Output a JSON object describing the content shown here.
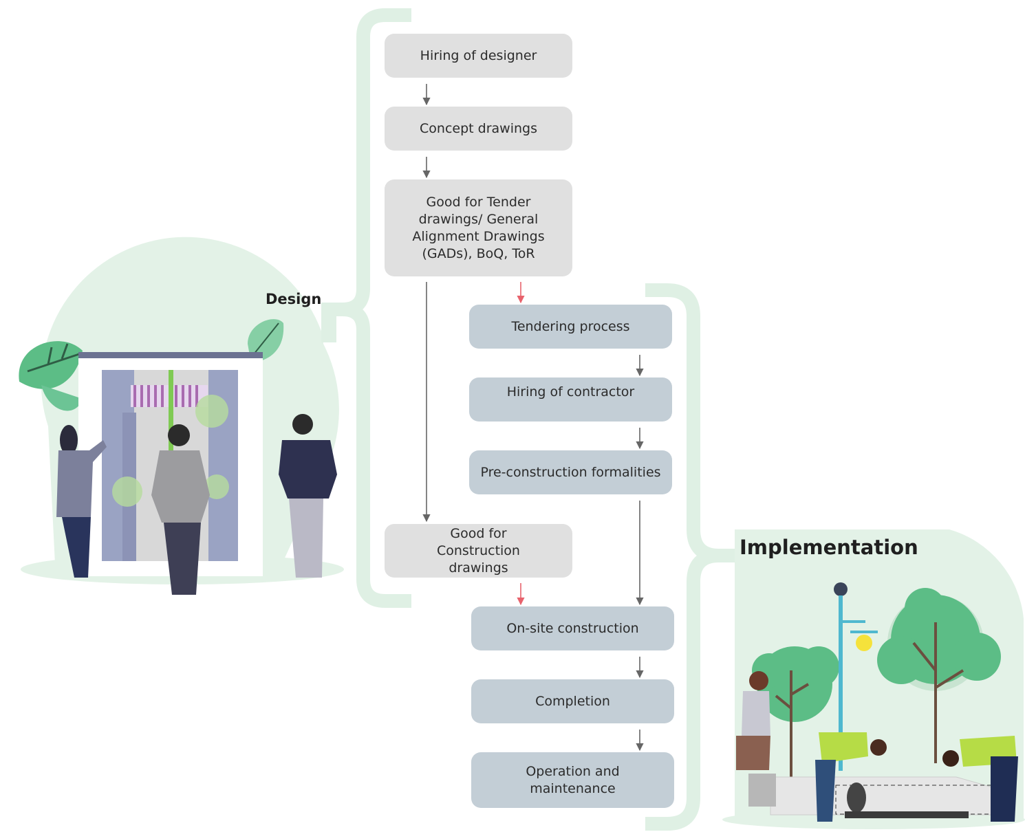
{
  "sections": {
    "design": {
      "label": "Design"
    },
    "implementation": {
      "label": "Implementation"
    }
  },
  "steps": {
    "hiring_designer": "Hiring of designer",
    "concept_drawings": "Concept drawings",
    "gft_drawings": "Good for Tender drawings/ General Alignment Drawings (GADs), BoQ, ToR",
    "tendering": "Tendering process",
    "hiring_contractor": "Hiring of contractor",
    "pre_construction": "Pre-construction formalities",
    "gfc_drawings": "Good for Construction drawings",
    "onsite_construction": "On-site construction",
    "completion": "Completion",
    "operation": "Operation and maintenance"
  },
  "colors": {
    "design_box": "#e0e0e0",
    "implementation_box": "#c3ced6",
    "bracket": "#dff0e4",
    "arrow": "#666666",
    "cross_arrow": "#e8626c",
    "illustration_bg": "#e3f2e7",
    "leaf": "#5cbd86",
    "pole": "#4fb8cf",
    "lamp": "#f5e23b"
  }
}
